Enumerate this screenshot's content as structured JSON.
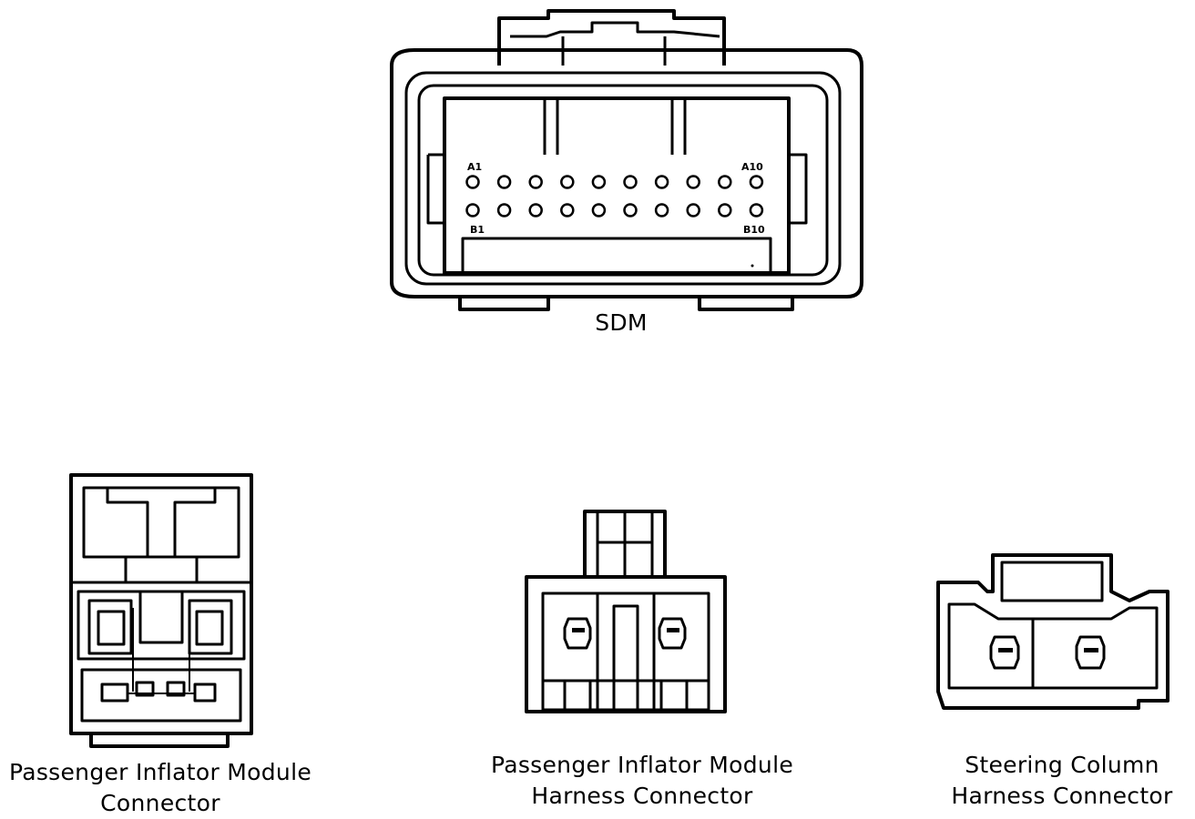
{
  "sdm": {
    "caption": "SDM",
    "pin_labels": {
      "a_first": "A1",
      "a_last": "A10",
      "b_first": "B1",
      "b_last": "B10"
    },
    "pins_per_row": 10
  },
  "passenger_inflator_module_connector": {
    "caption_line1": "Passenger Inflator Module",
    "caption_line2": "Connector"
  },
  "passenger_inflator_module_harness_connector": {
    "caption_line1": "Passenger Inflator Module",
    "caption_line2": "Harness Connector"
  },
  "steering_column_harness_connector": {
    "caption_line1": "Steering Column",
    "caption_line2": "Harness Connector"
  }
}
